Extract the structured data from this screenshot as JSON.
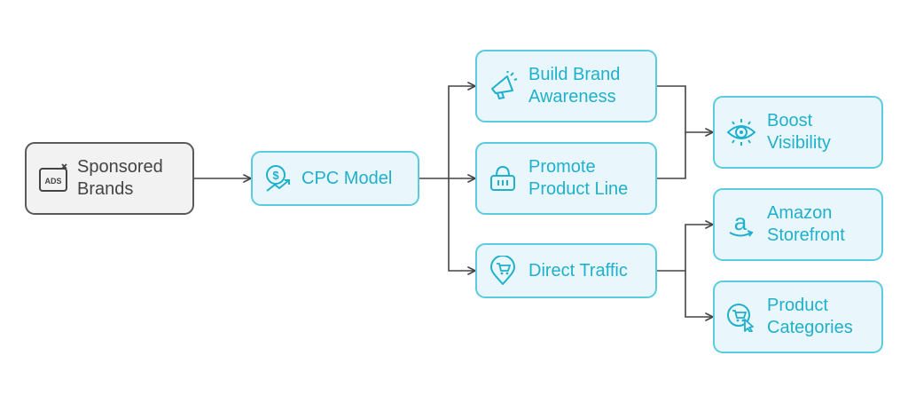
{
  "colors": {
    "node_fill": "#e9f7fc",
    "node_border": "#5ccbe0",
    "node_text": "#1fb0cc",
    "root_fill": "#f2f2f2",
    "root_border": "#5a5a5a",
    "root_text": "#444444",
    "connector": "#444444"
  },
  "nodes": {
    "sponsored_brands": {
      "label": "Sponsored\nBrands",
      "icon": "ads-icon"
    },
    "cpc_model": {
      "label": "CPC Model",
      "icon": "dollar-growth-icon"
    },
    "build_brand_awareness": {
      "label": "Build Brand\nAwareness",
      "icon": "megaphone-icon"
    },
    "promote_product_line": {
      "label": "Promote\nProduct Line",
      "icon": "shopping-basket-icon"
    },
    "direct_traffic": {
      "label": "Direct Traffic",
      "icon": "cart-location-pin-icon"
    },
    "boost_visibility": {
      "label": "Boost\nVisibility",
      "icon": "eye-icon"
    },
    "amazon_storefront": {
      "label": "Amazon\nStorefront",
      "icon": "amazon-icon"
    },
    "product_categories": {
      "label": "Product\nCategories",
      "icon": "cart-cursor-icon"
    }
  },
  "edges": [
    {
      "from": "sponsored_brands",
      "to": "cpc_model"
    },
    {
      "from": "cpc_model",
      "to": "build_brand_awareness"
    },
    {
      "from": "cpc_model",
      "to": "promote_product_line"
    },
    {
      "from": "cpc_model",
      "to": "direct_traffic"
    },
    {
      "from": "build_brand_awareness",
      "to": "boost_visibility"
    },
    {
      "from": "promote_product_line",
      "to": "boost_visibility"
    },
    {
      "from": "direct_traffic",
      "to": "amazon_storefront"
    },
    {
      "from": "direct_traffic",
      "to": "product_categories"
    }
  ]
}
